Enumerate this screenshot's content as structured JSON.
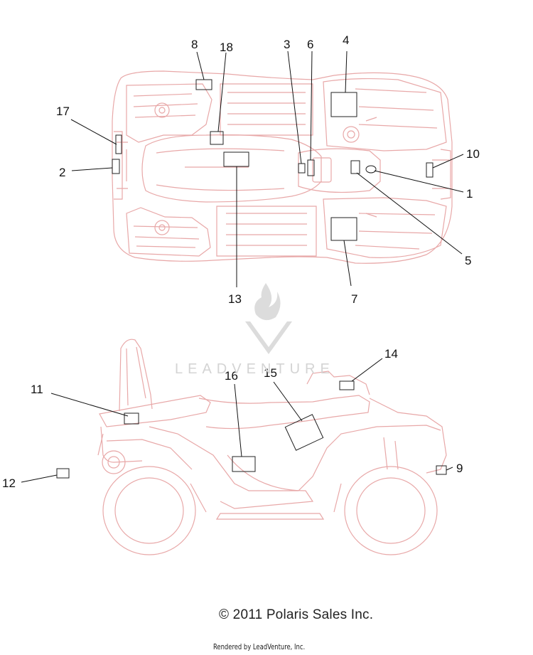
{
  "callouts": [
    "1",
    "2",
    "3",
    "4",
    "5",
    "6",
    "7",
    "8",
    "9",
    "10",
    "11",
    "12",
    "13",
    "14",
    "15",
    "16",
    "17",
    "18"
  ],
  "watermark": "LEADVENTURE",
  "copyright": "© 2011 Polaris Sales Inc.",
  "rendered_by": "Rendered by LeadVenture, Inc.",
  "colors": {
    "decal_line": "#e8a8a8",
    "ink": "#111111",
    "watermark": "#d4d4d4"
  }
}
